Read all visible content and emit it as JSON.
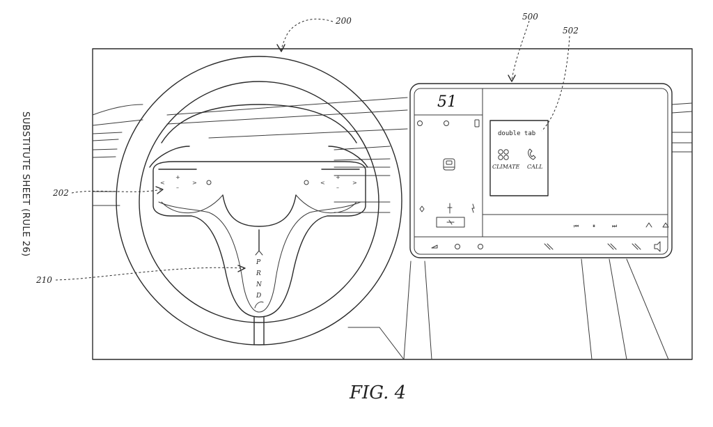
{
  "refs": {
    "r200": "200",
    "r500": "500",
    "r502": "502",
    "r202": "202",
    "r210": "210"
  },
  "side_text": "SUBSTITUTE SHEET (RULE 26)",
  "caption": "FIG. 4",
  "display": {
    "speed": "51",
    "popup": {
      "title": "double tab",
      "option_1": "CLIMATE",
      "option_2": "CALL"
    },
    "media": {
      "prev": "⏮",
      "pause": "⏸",
      "next": "⏭"
    }
  },
  "wheel": {
    "left_controls": [
      "<",
      "+",
      "–",
      ">"
    ],
    "right_controls": [
      "<",
      "+",
      "–",
      ">"
    ]
  },
  "gear_selector": [
    "P",
    "R",
    "N",
    "D"
  ]
}
